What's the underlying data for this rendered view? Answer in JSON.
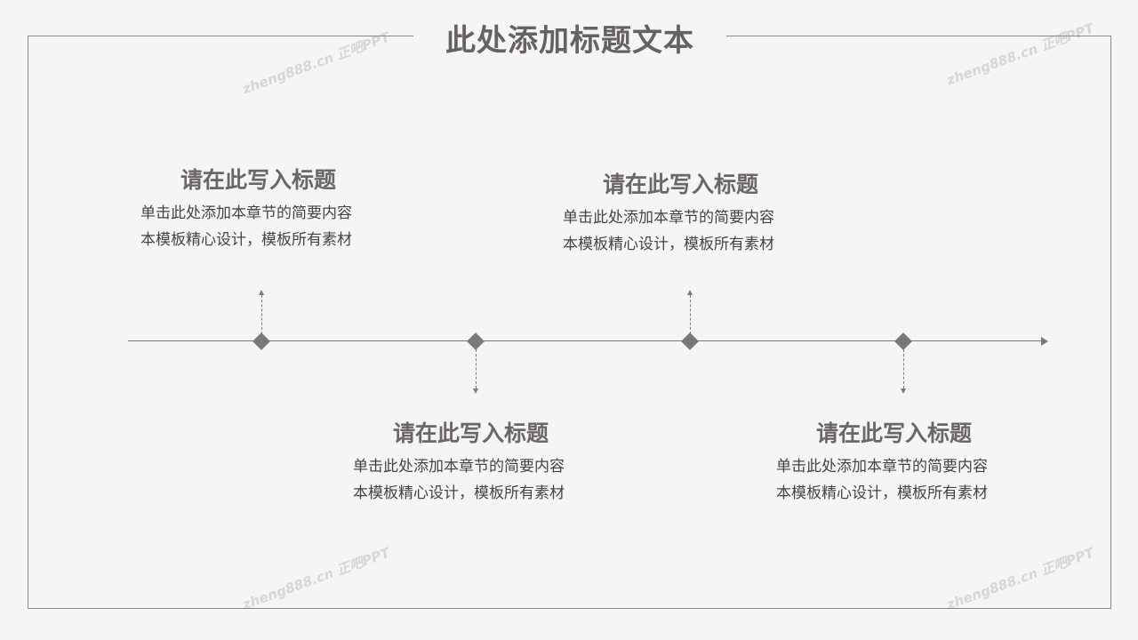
{
  "title": "此处添加标题文本",
  "watermark": "zheng888.cn 正吧PPT",
  "items": [
    {
      "heading": "请在此写入标题",
      "line1": "单击此处添加本章节的简要内容",
      "line2": "本模板精心设计，模板所有素材"
    },
    {
      "heading": "请在此写入标题",
      "line1": "单击此处添加本章节的简要内容",
      "line2": "本模板精心设计，模板所有素材"
    },
    {
      "heading": "请在此写入标题",
      "line1": "单击此处添加本章节的简要内容",
      "line2": "本模板精心设计，模板所有素材"
    },
    {
      "heading": "请在此写入标题",
      "line1": "单击此处添加本章节的简要内容",
      "line2": "本模板精心设计，模板所有素材"
    }
  ],
  "colors": {
    "accent": "#7a7878",
    "title": "#666262",
    "background": "#f5f5f5"
  }
}
